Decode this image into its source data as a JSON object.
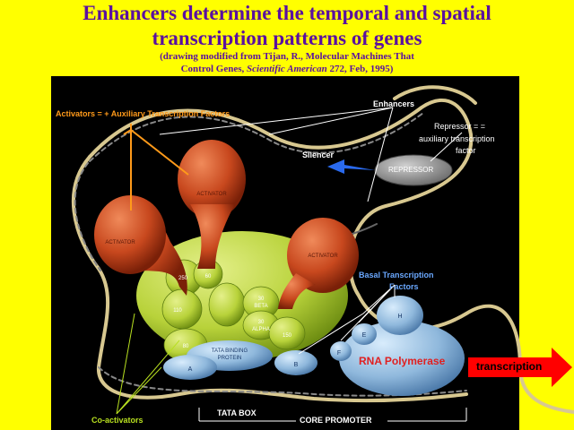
{
  "title": {
    "line1": "Enhancers determine the temporal and spatial",
    "line2": "transcription patterns of genes",
    "subtitle_line1": "(drawing modified from Tijan, R., Molecular Machines That",
    "subtitle_line2_prefix": "Control Genes, ",
    "subtitle_line2_journal": "Scientific American",
    "subtitle_line2_suffix": " 272, Feb, 1995)"
  },
  "labels": {
    "activators": "Activators = + Auxiliary Transcription Factors",
    "enhancers": "Enhancers",
    "repressor_def_1": "Repressor = =",
    "repressor_def_2": "auxiliary transcription",
    "repressor_def_3": "factor",
    "silencer": "Silencer",
    "repressor_shape": "REPRESSOR",
    "basal_1": "Basal Transcription",
    "basal_2": "Factors",
    "rna_pol": "RNA Polymerase",
    "transcription": "transcription",
    "co_activators": "Co-activators",
    "tata_box": "TATA BOX",
    "core_promoter": "CORE PROMOTER"
  },
  "shape_labels": {
    "activator": "ACTIVATOR",
    "coact_250": "250",
    "coact_60": "60",
    "coact_110": "110",
    "coact_30beta_1": "30",
    "coact_30beta_2": "BETA",
    "coact_30alpha_1": "30",
    "coact_30alpha_2": "ALPHA",
    "coact_150": "150",
    "coact_80": "80",
    "tbp_1": "TATA BINDING",
    "tbp_2": "PROTEIN",
    "tf_a": "A",
    "tf_b": "B",
    "tf_f": "F",
    "tf_e": "E",
    "tf_h": "H"
  },
  "colors": {
    "background": "#ffff00",
    "title": "#5a10a0",
    "activator": "#c8481e",
    "coactivator": "#b8d23a",
    "basal": "#8fb8dc",
    "repressor": "#9a9a9a",
    "label_orange": "#ff9a1a",
    "label_white": "#ffffff",
    "label_blue": "#6aa8ff",
    "label_green": "#b8e020",
    "rna_pol_text": "#e02020",
    "arrow_red": "#ff0000"
  }
}
